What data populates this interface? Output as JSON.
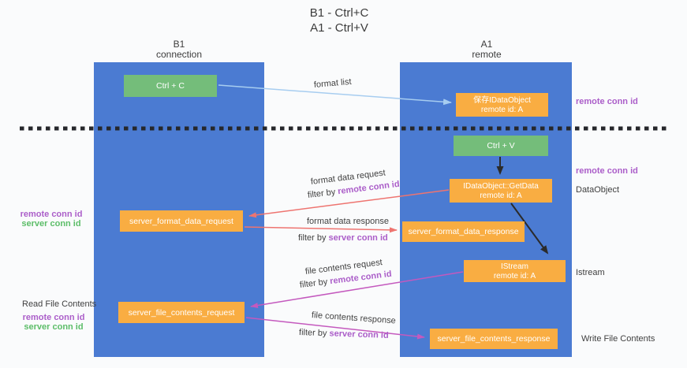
{
  "title": {
    "line1": "B1 - Ctrl+C",
    "line2": "A1 - Ctrl+V"
  },
  "columns": {
    "left": {
      "header_line1": "B1",
      "header_line2": "connection"
    },
    "right": {
      "header_line1": "A1",
      "header_line2": "remote"
    }
  },
  "boxes": {
    "ctrl_c": {
      "label": "Ctrl + C"
    },
    "save_idataobject": {
      "line1": "保存IDataObject",
      "line2": "remote id: A"
    },
    "ctrl_v": {
      "label": "Ctrl + V"
    },
    "getdata": {
      "line1": "IDataObject::GetData",
      "line2": "remote id: A"
    },
    "format_request": {
      "label": "server_format_data_request"
    },
    "format_response": {
      "label": "server_format_data_response"
    },
    "istream": {
      "line1": "IStream",
      "line2": "remote id: A"
    },
    "file_request": {
      "label": "server_file_contents_request"
    },
    "file_response": {
      "label": "server_file_contents_response"
    }
  },
  "labels": {
    "format_list": "format list",
    "format_data_request": "format data request",
    "format_data_response": "format data response",
    "file_contents_request": "file contents request",
    "file_contents_response": "file contents response",
    "filter_by": "filter by",
    "remote_conn_id": "remote conn id",
    "server_conn_id": "server conn id",
    "read_file_contents": "Read File Contents",
    "write_file_contents": "Write File Contents",
    "dataobject": "DataObject",
    "istream_side": "Istream"
  },
  "colors": {
    "column_blue": "#4b7bd2",
    "box_orange": "#f9ad42",
    "box_green": "#74bd7a",
    "arrow_red": "#ee7470",
    "arrow_magenta": "#c459be",
    "arrow_lightblue": "#a7cdf0",
    "arrow_black": "#2b2b2b",
    "text_purple": "#ab5ec9",
    "text_green": "#5cbd68",
    "background": "#fafbfc"
  }
}
